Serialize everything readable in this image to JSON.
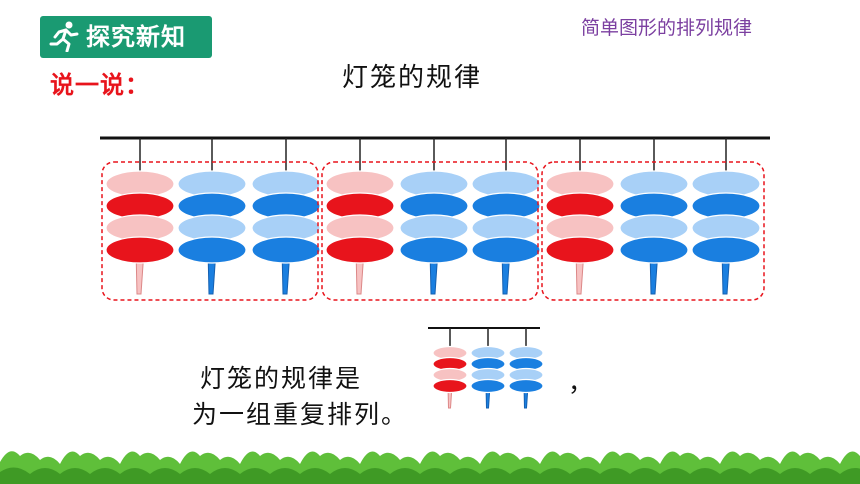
{
  "header": {
    "badge_title": "探究新知",
    "badge_icon": "runner-icon",
    "lesson_title": "简单图形的排列规律"
  },
  "section": {
    "label": "说一说："
  },
  "main": {
    "heading": "灯笼的规律",
    "rule_line1": "灯笼的规律是",
    "rule_comma": "，",
    "rule_line2": "为一组重复排列。"
  },
  "colors": {
    "badge_green": "#1a9a72",
    "red": "#e8141c",
    "light_red": "#f7c2c2",
    "blue": "#1a7fe0",
    "light_blue": "#a8d0f7",
    "group_border": "#e8141c",
    "grass": "#5fbf3a"
  },
  "lanterns": {
    "pattern": [
      "red",
      "blue",
      "blue"
    ],
    "group_count": 3
  }
}
